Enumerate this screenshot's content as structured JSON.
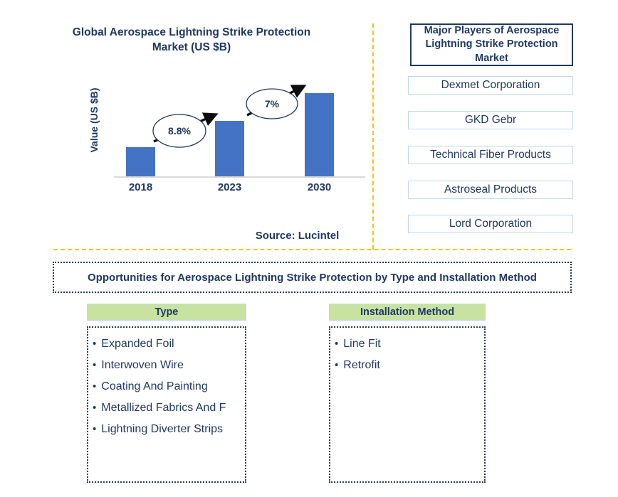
{
  "colors": {
    "navy_text": "#1f3864",
    "bar_blue": "#4472c4",
    "light_green_header": "#c8e2a2",
    "separator_yellow": "#ffc000",
    "company_box_border": "#bdd7ee",
    "axis_gray": "#d9d9d9",
    "arrow_black": "#0d0d0d"
  },
  "chart": {
    "title": "Global Aerospace Lightning Strike Protection Market (US $B)",
    "title_lines": [
      "Global Aerospace Lightning Strike Protection",
      "Market (US $B)"
    ],
    "source": "Source: Lucintel"
  },
  "chart_data": {
    "type": "bar",
    "title": "Global Aerospace Lightning Strike Protection Market (US $B)",
    "categories": [
      "2018",
      "2023",
      "2030"
    ],
    "values": [
      35,
      67,
      100
    ],
    "values_are_relative": true,
    "xlabel": "",
    "ylabel": "Value (US $B)",
    "y_axis_tick_labels": "none shown",
    "grid": "off",
    "bar_color": "#4472c4",
    "annotations": [
      {
        "label": "8.8%",
        "between": [
          "2018",
          "2023"
        ],
        "shape": "ellipse-with-arrow"
      },
      {
        "label": "7%",
        "between": [
          "2023",
          "2030"
        ],
        "shape": "ellipse-with-arrow"
      }
    ],
    "source": "Source: Lucintel"
  },
  "major_players": {
    "title": "Major Players of Aerospace Lightning Strike Protection Market",
    "companies": [
      "Dexmet Corporation",
      "GKD Gebr",
      "Technical Fiber Products",
      "Astroseal Products",
      "Lord Corporation"
    ]
  },
  "opportunities": {
    "title": "Opportunities for Aerospace Lightning Strike Protection by Type and Installation Method",
    "columns": [
      {
        "header": "Type",
        "items": [
          "Expanded Foil",
          "Interwoven Wire",
          "Coating And Painting",
          "Metallized Fabrics And F",
          "Lightning Diverter Strips"
        ]
      },
      {
        "header": "Installation Method",
        "items": [
          "Line Fit",
          "Retrofit"
        ]
      }
    ]
  }
}
